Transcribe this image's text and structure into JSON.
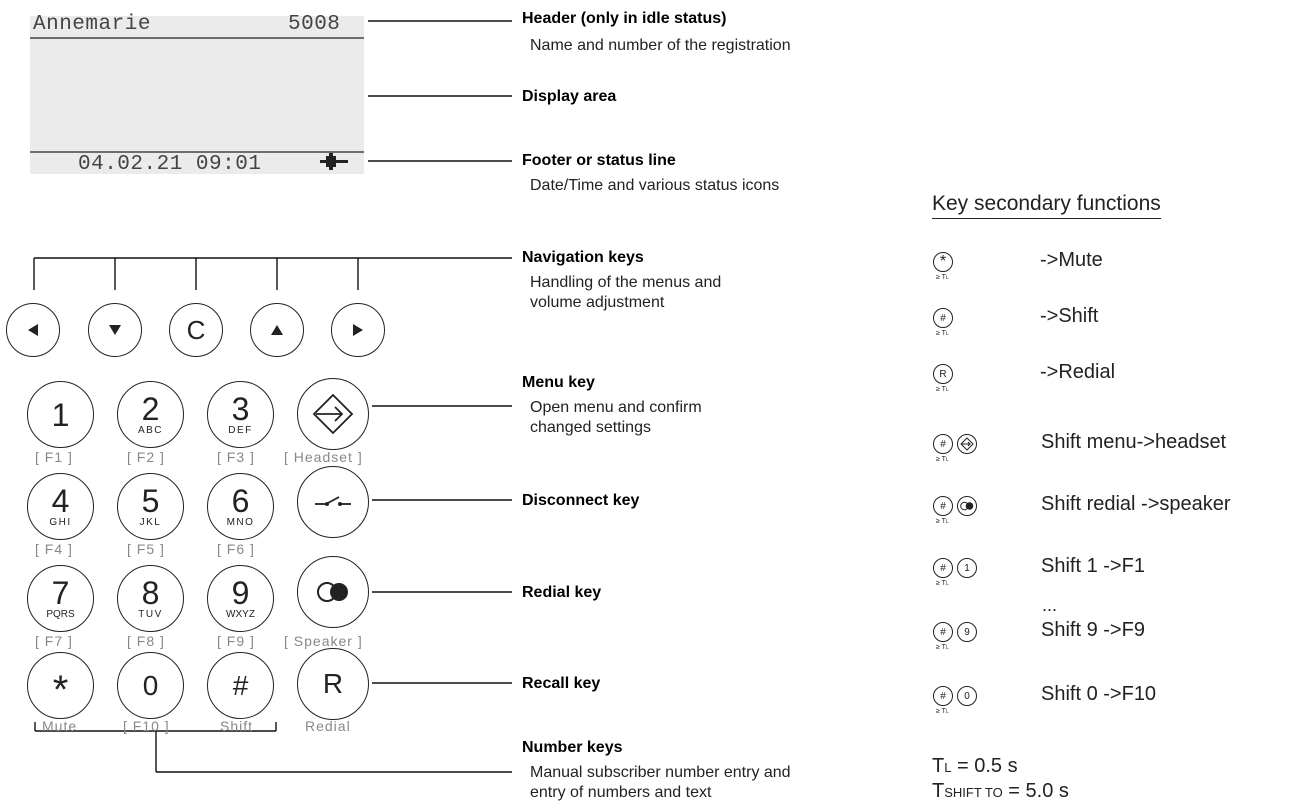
{
  "display": {
    "name": "Annemarie",
    "number": "5008",
    "datetime": "04.02.21 09:01"
  },
  "annotations": {
    "header_title": "Header (only in idle status)",
    "header_desc": "Name and number of the registration",
    "display_area_title": "Display area",
    "footer_title": "Footer or status line",
    "footer_desc": "Date/Time and various status icons",
    "nav_title": "Navigation keys",
    "nav_desc_1": "Handling of the menus and",
    "nav_desc_2": "volume adjustment",
    "menu_title": "Menu key",
    "menu_desc_1": "Open menu and confirm",
    "menu_desc_2": "changed settings",
    "disconnect_title": "Disconnect key",
    "redial_title": "Redial key",
    "recall_title": "Recall key",
    "number_title": "Number keys",
    "number_desc_1": "Manual subscriber number entry and",
    "number_desc_2": "entry of numbers and text"
  },
  "nav_keys": {
    "clear": "C"
  },
  "keypad": {
    "k1": {
      "main": "1",
      "sub": "",
      "f": "[ F1 ]"
    },
    "k2": {
      "main": "2",
      "sub": "ABC",
      "f": "[ F2 ]"
    },
    "k3": {
      "main": "3",
      "sub": "DEF",
      "f": "[ F3 ]"
    },
    "k4": {
      "main": "4",
      "sub": "GHI",
      "f": "[ F4 ]"
    },
    "k5": {
      "main": "5",
      "sub": "JKL",
      "f": "[ F5 ]"
    },
    "k6": {
      "main": "6",
      "sub": "MNO",
      "f": "[ F6 ]"
    },
    "k7": {
      "main": "7",
      "sub": "PQRS",
      "f": "[ F7 ]"
    },
    "k8": {
      "main": "8",
      "sub": "TUV",
      "f": "[ F8 ]"
    },
    "k9": {
      "main": "9",
      "sub": "WXYZ",
      "f": "[ F9 ]"
    },
    "star": {
      "main": "*",
      "f": "Mute"
    },
    "zero": {
      "main": "0",
      "f": "[ F10 ]"
    },
    "hash": {
      "main": "#",
      "f": "Shift"
    },
    "recall": {
      "main": "R",
      "f": "Redial"
    },
    "headset_label": "[ Headset ]",
    "speaker_label": "[ Speaker ]"
  },
  "secondary": {
    "title": "Key secondary functions",
    "threshold": "≥ T",
    "threshold_sub": "L",
    "rows": [
      {
        "key1": "*",
        "key2": "",
        "text": "->Mute"
      },
      {
        "key1": "#",
        "key2": "",
        "text": "->Shift"
      },
      {
        "key1": "R",
        "key2": "",
        "text": "->Redial"
      },
      {
        "key1": "#",
        "key2": "menu",
        "text": "Shift menu->headset"
      },
      {
        "key1": "#",
        "key2": "redial",
        "text": "Shift redial ->speaker"
      },
      {
        "key1": "#",
        "key2": "1",
        "text": "Shift 1 ->F1"
      },
      {
        "key1": "#",
        "key2": "9",
        "text": "Shift 9 ->F9"
      },
      {
        "key1": "#",
        "key2": "0",
        "text": "Shift 0 ->F10"
      }
    ],
    "ellipsis": "...",
    "tl_prefix": "T",
    "tl_sub": "L",
    "tl_value": " = 0.5 s",
    "tshift_prefix": "T",
    "tshift_sub": "SHIFT TO",
    "tshift_value": " = 5.0 s"
  },
  "colors": {
    "key_border": "#222222",
    "f_label": "#888888",
    "lcd_bg": "#ebebeb"
  }
}
